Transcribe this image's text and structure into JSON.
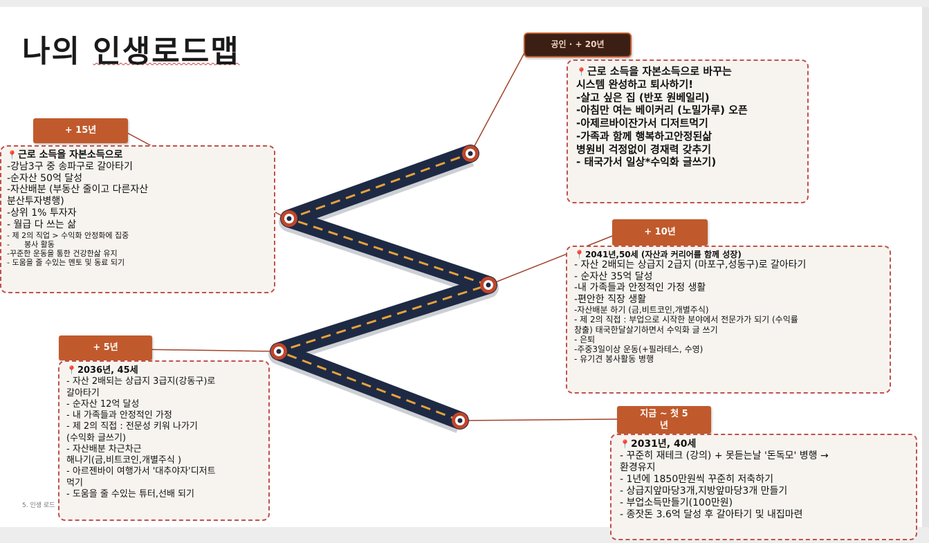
{
  "title": "나의 인생로드맵",
  "title_head": "나의 ",
  "title_tail": "인생로드맵",
  "footer": "5. 인생 로드",
  "colors": {
    "accent": "#c05a2c",
    "road": "#1e2a44",
    "dash": "#e8a23a",
    "border": "#c0504d"
  },
  "stages": {
    "plus15": {
      "tag": "+ 15년",
      "lines": [
        "근로 소득을 자본소득으로",
        "-강남3구 중 송파구로 갈아타기",
        "-순자산 50억 달성",
        "-자산배분 (부동산 줄이고 다른자산",
        "분산투자병행)",
        "-상위 1% 투자자",
        "- 월급 다 쓰는 삶",
        "- 제 2의 직업 >   수익화 안정화에 집중",
        "-      봉사 활동",
        "-꾸준한 운동을 통한 건강한삶 유지",
        "- 도움을 줄 수있는 멘토 및 동료 되기"
      ]
    },
    "plus20": {
      "tag": "공인 · + 20년",
      "lines": [
        "근로 소득을 자본소득으로 바꾸는",
        "   시스템 완성하고 퇴사하기!",
        "-살고 싶은 집 (반포 원베일리)",
        "-아침만 여는 베이커리 (노밀가루) 오픈",
        "-아제르바이잔가서 디저트먹기",
        "-가족과 함께  행복하고안정된삶",
        "병원비 걱정없이 경재력 갖추기",
        "- 태국가서 일상*수익화 글쓰기)"
      ]
    },
    "plus10": {
      "tag": "+ 10년",
      "lines": [
        "2041년,50세 (자산과 커리어를 함께 성장)",
        "- 자산 2배되는 상급지 2급지 (마포구,성동구)로  갈아타기",
        "- 순자산 35억 달성",
        "-내 가족들과 안정적인 가정 생활",
        "-편안한 직장 생활",
        "-자산배분 하기 (금,비트코인,개별주식)",
        "- 제 2의 직접 : 부업으로 시작한 분야에서 전문가가 되기 (수익률",
        "창출) 태국한달살기하면서 수익화 글 쓰기",
        "- 은퇴",
        "-주중3일이상 운동(+필라테스, 수영)",
        "- 유기견 봉사활동 병행"
      ]
    },
    "plus5": {
      "tag": "+ 5년",
      "lines": [
        "2036년, 45세",
        "- 자산 2배되는 상급지 3급지(강동구)로",
        "갈아타기",
        "- 순자산 12억 달성",
        "- 내 가족들과 안정적인 가정",
        "- 제 2의 직접 : 전문성 키워 나가기",
        "(수익화 글쓰기)",
        "- 자산배분 차근차근",
        "해나기(금,비트코인,개별주식 )",
        "- 아르젠바이 여행가서 '대추야자'디저트",
        "먹기",
        "- 도움을 줄 수있는 튜터,선배 되기"
      ]
    },
    "now": {
      "tag_line1": "지금 ~ 첫 5",
      "tag_line2": "년",
      "lines": [
        "2031년, 40세",
        "- 꾸준히 재테크 (강의) + 못듣는날 '돈독모' 병행 →",
        "환경유지",
        "- 1년에 1850만원씩 꾸준히 저축하기",
        "- 상급지앞마당3개,지방앞마당3개 만들기",
        "- 부업소득만들기(100만원)",
        "- 종잣돈 3.6억 달성 후 갈아타기 및 내집마련"
      ]
    }
  }
}
